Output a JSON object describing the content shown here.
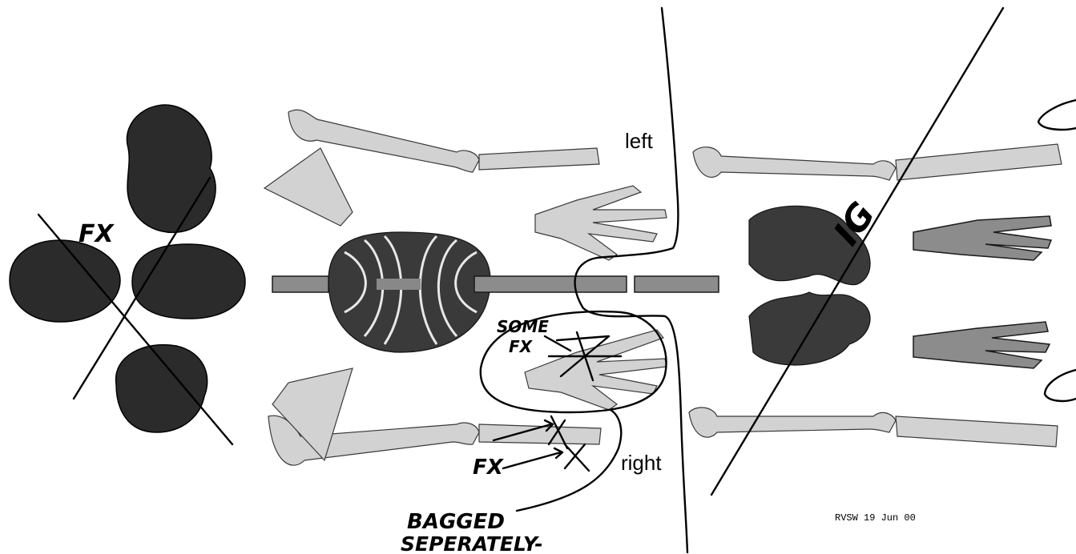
{
  "labels": {
    "left": "left",
    "right": "right",
    "fx_skull": "FX",
    "some_fx_line1": "SOME",
    "some_fx_line2": "FX",
    "fx_forearm": "FX",
    "bagged_line1": "BAGGED",
    "bagged_line2": "SEPERATELY-",
    "pelvis_mark": "IG",
    "stamp": "RVSW 19 Jun 00"
  }
}
